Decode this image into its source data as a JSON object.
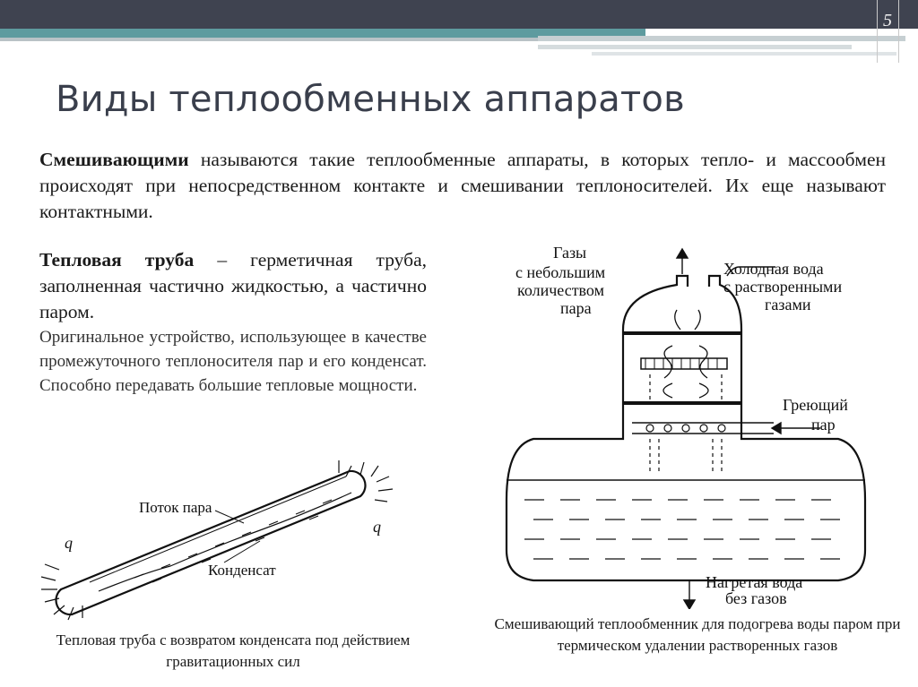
{
  "slide_number": "5",
  "title": "Виды теплообменных аппаратов",
  "para1": {
    "bold": "Смешивающими",
    "text": " называются такие теплообменные аппараты, в которых тепло- и массообмен происходят при непосредственном контакте и смешивании теплоносителей. Их еще называют контактными."
  },
  "para2": {
    "bold": "Тепловая труба",
    "text": " – герметичная труба, заполненная частично жидкостью, а частично паром.",
    "sub": "Оригинальное устройство, использующее в качестве промежуточного теплоносителя пар и его конденсат. Способно передавать большие тепловые мощности."
  },
  "heat_pipe": {
    "label_steam": "Поток пара",
    "label_condensate": "Конденсат",
    "label_q_left": "q",
    "label_q_right": "q",
    "caption": "Тепловая труба с возвратом конденсата под действием гравитационных сил"
  },
  "exchanger": {
    "label_gases": [
      "Газы",
      "с небольшим",
      "количеством",
      "пара"
    ],
    "label_cold_water": [
      "Холодная вода",
      "с растворенными",
      "газами"
    ],
    "label_steam": [
      "Греющий",
      "пар"
    ],
    "label_hot_water": [
      "Нагретая вода",
      "без газов"
    ],
    "caption": "Смешивающий теплообменник для подогрева воды паром при термическом удалении растворенных газов"
  }
}
